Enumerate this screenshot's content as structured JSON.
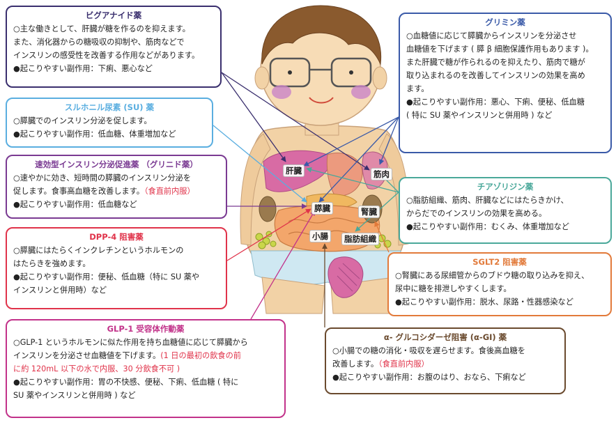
{
  "colors": {
    "biguanide": "#3a2f6e",
    "su": "#5aaee0",
    "glinide": "#7a3a92",
    "dpp4": "#e0334a",
    "glp1": "#c2328a",
    "glimin": "#3a5aa8",
    "tzd": "#4aa89a",
    "sglt2": "#e27a3a",
    "agi": "#6a4a2e",
    "note": "#e0334a"
  },
  "organs": {
    "liver": "肝臓",
    "muscle": "筋肉",
    "pancreas": "膵臓",
    "kidney": "腎臓",
    "small_intestine": "小腸",
    "fat": "脂肪組織"
  },
  "boxes": {
    "biguanide": {
      "title": "ビグアナイド薬",
      "lines": [
        "○主な働きとして、肝臓が糖を作るのを抑えます。",
        "また、消化器からの糖吸収の抑制や、筋肉などで",
        "インスリンの感受性を改善する作用などがあります。",
        "●起こりやすい副作用：下痢、悪心など"
      ]
    },
    "su": {
      "title": "スルホニル尿素 (SU) 薬",
      "lines": [
        "○膵臓でのインスリン分泌を促します。",
        "●起こりやすい副作用：低血糖、体重増加など"
      ]
    },
    "glinide": {
      "title": "速効型インスリン分泌促進薬 （グリニド薬）",
      "line1": "○速やかに効き、短時間の膵臓のインスリン分泌を",
      "line2": "促します。食事高血糖を改善します。",
      "note": "（食直前内服）",
      "line3": "●起こりやすい副作用：低血糖など"
    },
    "dpp4": {
      "title": "DPP-4 阻害薬",
      "lines": [
        "○膵臓にはたらくインクレチンというホルモンの",
        "はたらきを強めます。",
        "●起こりやすい副作用：便秘、低血糖（特に SU 薬や",
        "インスリンと併用時）など"
      ]
    },
    "glp1": {
      "title": "GLP-1 受容体作動薬",
      "line1": "○GLP-1 というホルモンに似た作用を持ち血糖値に応じて膵臓から",
      "line2": "インスリンを分泌させ血糖値を下げます。",
      "note1": "(1 日の最初の飲食の前",
      "note2": "に約 120mL 以下の水で内服、30 分飲食不可 )",
      "line3": "●起こりやすい副作用：胃の不快感、便秘、下痢、低血糖 ( 特に",
      "line4": "SU 薬やインスリンと併用時 ) など"
    },
    "glimin": {
      "title": "グリミン薬",
      "lines": [
        "○血糖値に応じて膵臓からインスリンを分泌させ",
        "血糖値を下げます ( 膵 β 細胞保護作用もあります )。",
        "また肝臓で糖が作られるのを抑えたり、筋肉で糖が",
        "取り込まれるのを改善してインスリンの効果を高め",
        "ます。",
        "●起こりやすい副作用：悪心、下痢、便秘、低血糖",
        "( 特に SU 薬やインスリンと併用時 ) など"
      ]
    },
    "tzd": {
      "title": "チアゾリジン薬",
      "lines": [
        "○脂肪組織、筋肉、肝臓などにはたらきかけ、",
        "からだでのインスリンの効果を高める。",
        "●起こりやすい副作用：むくみ、体重増加など"
      ]
    },
    "sglt2": {
      "title": "SGLT2 阻害薬",
      "lines": [
        "○腎臓にある尿細管からのブドウ糖の取り込みを抑え、",
        "尿中に糖を排泄しやすくします。",
        "●起こりやすい副作用：脱水、尿路・性器感染など"
      ]
    },
    "agi": {
      "title": "α- グルコシダーゼ阻害 (α-GI) 薬",
      "line1": "○小腸での糖の消化・吸収を遅らせます。食後高血糖を",
      "line2": "改善します。",
      "note": "（食直前内服）",
      "line3": "●起こりやすい副作用：お腹のはり、おなら、下痢など"
    }
  }
}
